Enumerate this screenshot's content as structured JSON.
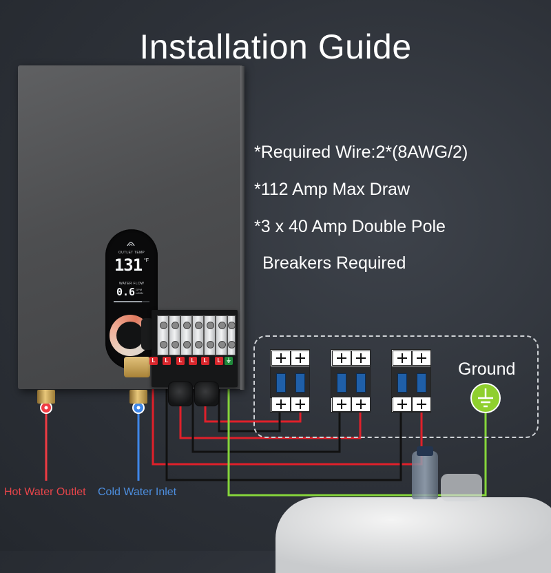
{
  "title": "Installation Guide",
  "requirements": [
    "*Required Wire:2*(8AWG/2)",
    "*112 Amp Max Draw",
    "*3 x 40 Amp Double Pole",
    "Breakers Required"
  ],
  "display": {
    "outlet_label": "OUTLET TEMP",
    "temperature": "131",
    "unit": "°F",
    "flow_label": "WATER FLOW",
    "flow_value": "0.6",
    "flow_unit_top": "GPM",
    "flow_unit_bottom": "L/MIN",
    "level_fraction": 0.78
  },
  "terminal_tags": [
    {
      "symbol": "L",
      "color": "#d8262c"
    },
    {
      "symbol": "L",
      "color": "#d8262c"
    },
    {
      "symbol": "L",
      "color": "#d8262c"
    },
    {
      "symbol": "L",
      "color": "#d8262c"
    },
    {
      "symbol": "L",
      "color": "#d8262c"
    },
    {
      "symbol": "L",
      "color": "#d8262c"
    },
    {
      "symbol": "⏚",
      "color": "#1f8a3a"
    }
  ],
  "ground": {
    "label": "Ground"
  },
  "pipes": {
    "hot_label": "Hot Water Outlet",
    "cold_label": "Cold Water Inlet"
  },
  "colors": {
    "hot": "#ef3b43",
    "cold": "#3f87e8",
    "red_wire": "#e0202a",
    "black_wire": "#111111",
    "ground_wire": "#86d63b",
    "ground_symbol": "#8fcf2e"
  }
}
